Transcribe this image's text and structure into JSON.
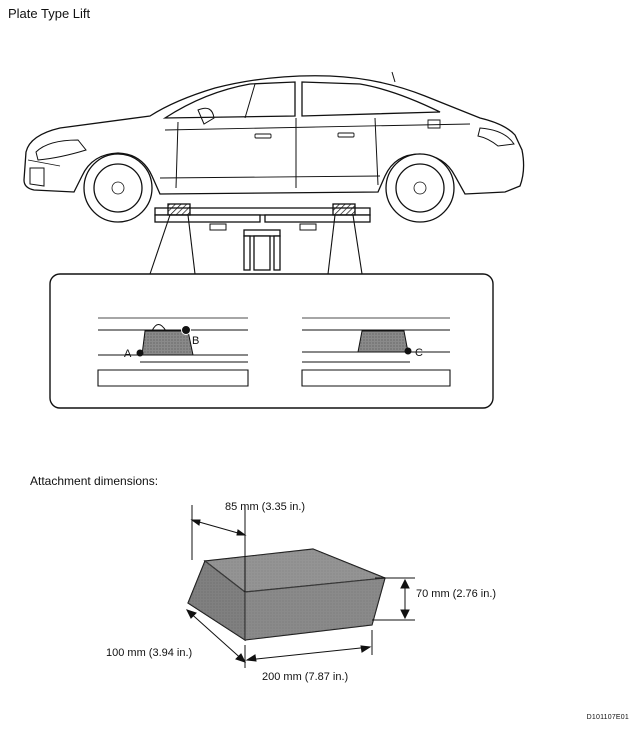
{
  "title": "Plate Type Lift",
  "points": {
    "a": "A",
    "b": "B",
    "c": "C"
  },
  "attachment": {
    "heading": "Attachment dimensions:",
    "dim_width": "85 mm (3.35 in.)",
    "dim_height": "70 mm (2.76 in.)",
    "dim_depth": "100 mm (3.94 in.)",
    "dim_length": "200 mm (7.87 in.)"
  },
  "figure_code": "D101107E01"
}
